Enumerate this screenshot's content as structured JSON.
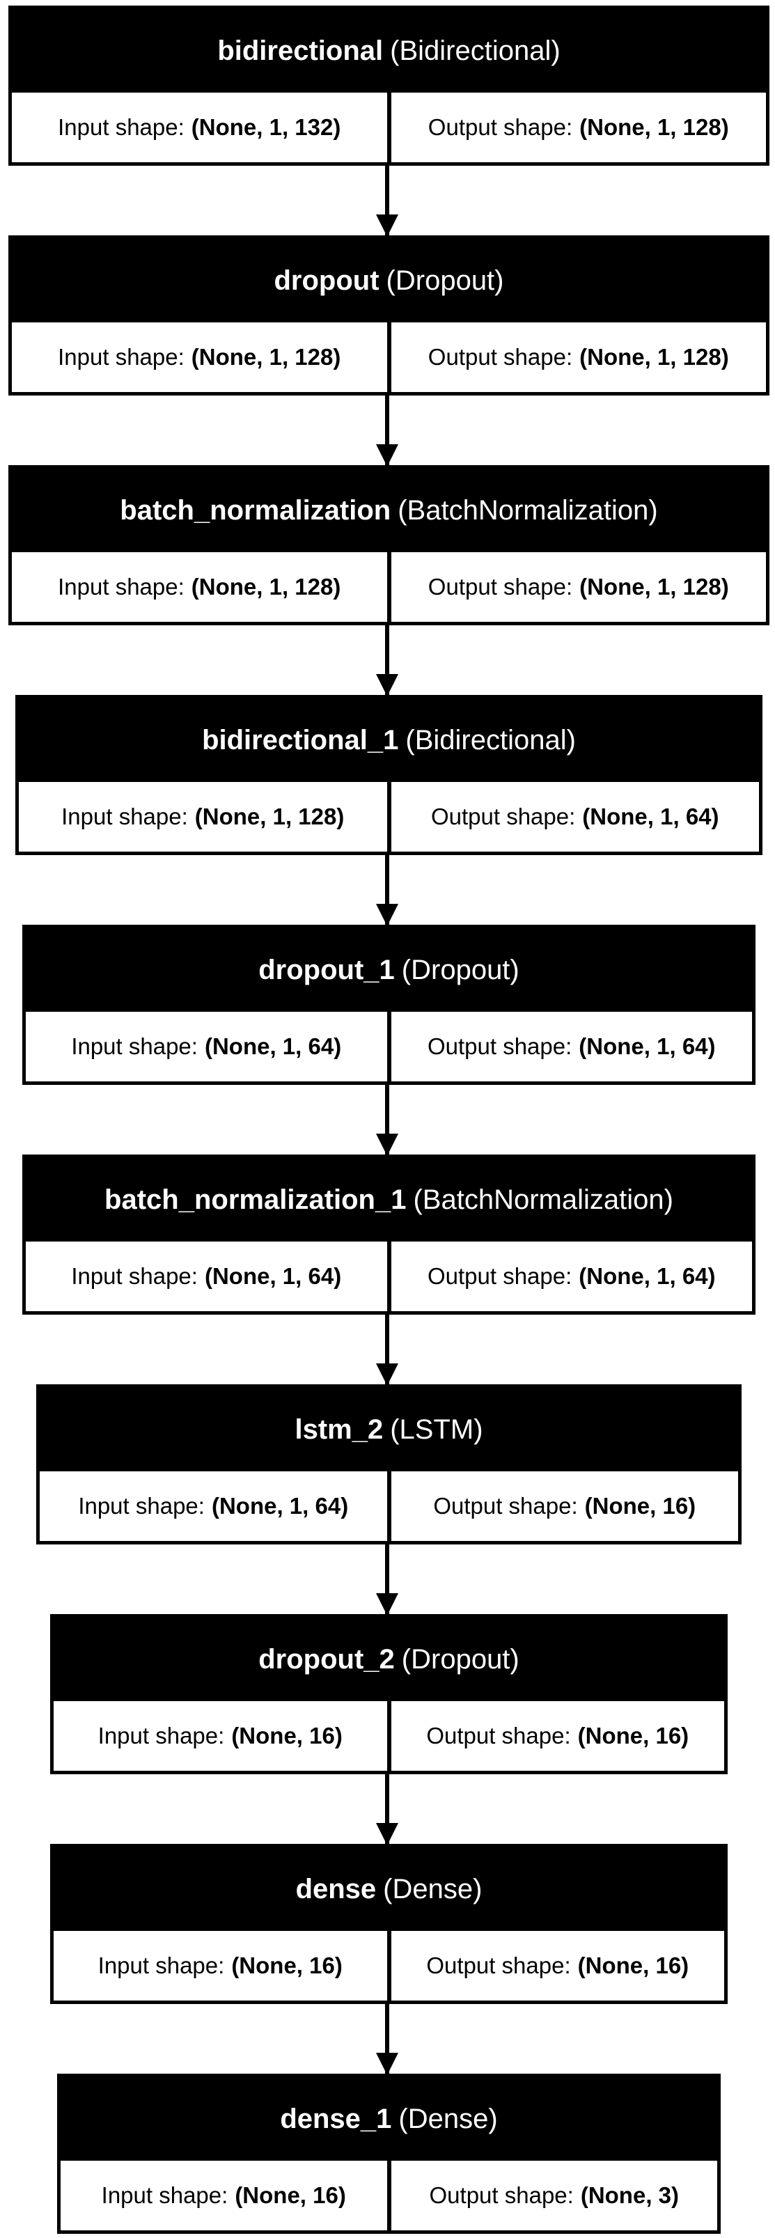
{
  "layers": [
    {
      "name": "bidirectional",
      "type": "(Bidirectional)",
      "input_label": "Input shape:",
      "input": "(None, 1, 132)",
      "output_label": "Output shape:",
      "output": "(None, 1, 128)"
    },
    {
      "name": "dropout",
      "type": "(Dropout)",
      "input_label": "Input shape:",
      "input": "(None, 1, 128)",
      "output_label": "Output shape:",
      "output": "(None, 1, 128)"
    },
    {
      "name": "batch_normalization",
      "type": "(BatchNormalization)",
      "input_label": "Input shape:",
      "input": "(None, 1, 128)",
      "output_label": "Output shape:",
      "output": "(None, 1, 128)"
    },
    {
      "name": "bidirectional_1",
      "type": "(Bidirectional)",
      "input_label": "Input shape:",
      "input": "(None, 1, 128)",
      "output_label": "Output shape:",
      "output": "(None, 1, 64)"
    },
    {
      "name": "dropout_1",
      "type": "(Dropout)",
      "input_label": "Input shape:",
      "input": "(None, 1, 64)",
      "output_label": "Output shape:",
      "output": "(None, 1, 64)"
    },
    {
      "name": "batch_normalization_1",
      "type": "(BatchNormalization)",
      "input_label": "Input shape:",
      "input": "(None, 1, 64)",
      "output_label": "Output shape:",
      "output": "(None, 1, 64)"
    },
    {
      "name": "lstm_2",
      "type": "(LSTM)",
      "input_label": "Input shape:",
      "input": "(None, 1, 64)",
      "output_label": "Output shape:",
      "output": "(None, 16)"
    },
    {
      "name": "dropout_2",
      "type": "(Dropout)",
      "input_label": "Input shape:",
      "input": "(None, 16)",
      "output_label": "Output shape:",
      "output": "(None, 16)"
    },
    {
      "name": "dense",
      "type": "(Dense)",
      "input_label": "Input shape:",
      "input": "(None, 16)",
      "output_label": "Output shape:",
      "output": "(None, 16)"
    },
    {
      "name": "dense_1",
      "type": "(Dense)",
      "input_label": "Input shape:",
      "input": "(None, 16)",
      "output_label": "Output shape:",
      "output": "(None, 3)"
    }
  ]
}
